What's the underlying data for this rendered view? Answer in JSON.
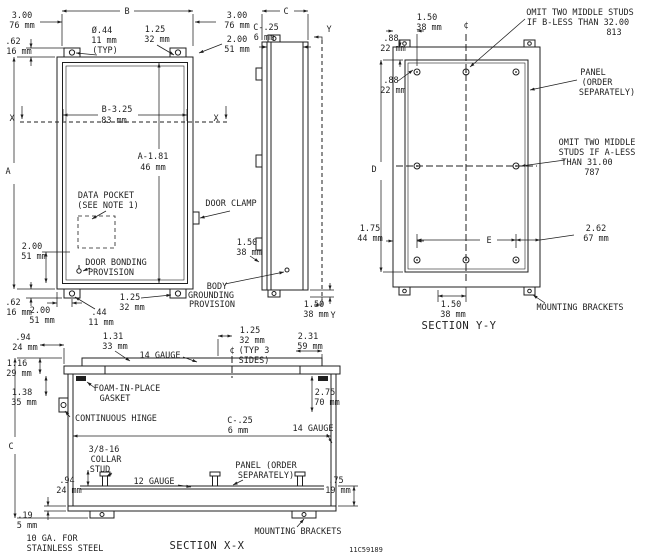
{
  "drawing": {
    "number": "11C59189",
    "ink_color": "#1f1f1f",
    "background_color": "#ffffff"
  },
  "labels": {
    "fv_dim_b": "B",
    "fv_300l_in": "3.00",
    "fv_300l_mm": "76 mm",
    "fv_125t_in": "1.25",
    "fv_125t_mm": "32 mm",
    "fv_300r_in": "3.00",
    "fv_300r_mm": "76 mm",
    "fv_200r_in": "2.00",
    "fv_200r_mm": "51 mm",
    "fv_dia_in": "Ø.44",
    "fv_dia_mm": "11 mm",
    "fv_dia_typ": "(TYP)",
    "fv_62t_in": ".62",
    "fv_62t_mm": "16 mm",
    "fv_x_left": "X",
    "fv_x_right": "X",
    "fv_b325_in": "B-3.25",
    "fv_b325_mm": "83 mm",
    "fv_dim_a": "A",
    "fv_a181_in": "A-1.81",
    "fv_a181_mm": "46 mm",
    "fv_pocket_1": "DATA POCKET",
    "fv_pocket_2": "(SEE NOTE 1)",
    "fv_clamp": "DOOR CLAMP",
    "fv_200bl_in": "2.00",
    "fv_200bl_mm": "51 mm",
    "fv_bond_1": "DOOR BONDING",
    "fv_bond_2": "PROVISION",
    "fv_62b_in": ".62",
    "fv_62b_mm": "16 mm",
    "fv_200b_in": "2.00",
    "fv_200b_mm": "51 mm",
    "fv_44b_in": ".44",
    "fv_44b_mm": "11 mm",
    "fv_125b_in": "1.25",
    "fv_125b_mm": "32 mm",
    "sv_dim_c": "C",
    "sv_c25_in": "C-.25",
    "sv_c25_mm": "6 mm",
    "sv_y_top": "Y",
    "sv_y_bot": "Y",
    "sv_150c_in": "1.50",
    "sv_150c_mm": "38 mm",
    "sv_ground_1": "BODY",
    "sv_ground_2": "GROUNDING",
    "sv_ground_3": "PROVISION",
    "sv_150b_in": "1.50",
    "sv_150b_mm": "38 mm",
    "yy_150t_in": "1.50",
    "yy_150t_mm": "38 mm",
    "yy_88t_in": ".88",
    "yy_88t_mm": "22 mm",
    "yy_cl": "¢",
    "yy_omitb_1": "OMIT TWO MIDDLE STUDS",
    "yy_omitb_2": "IF B-LESS THAN 32.00",
    "yy_omitb_3": "813",
    "yy_panel_1": "PANEL",
    "yy_panel_2": "(ORDER",
    "yy_panel_3": "SEPARATELY)",
    "yy_88m_in": ".88",
    "yy_88m_mm": "22 mm",
    "yy_dim_d": "D",
    "yy_omita_1": "OMIT TWO MIDDLE",
    "yy_omita_2": "STUDS IF A-LESS",
    "yy_omita_3": "THAN 31.00",
    "yy_omita_4": "787",
    "yy_175_in": "1.75",
    "yy_175_mm": "44 mm",
    "yy_dim_e": "E",
    "yy_262_in": "2.62",
    "yy_262_mm": "67 mm",
    "yy_150b_in": "1.50",
    "yy_150b_mm": "38 mm",
    "yy_brackets": "MOUNTING BRACKETS",
    "yy_title": "SECTION Y-Y",
    "xx_94t_in": ".94",
    "xx_94t_mm": "24 mm",
    "xx_131_in": "1.31",
    "xx_131_mm": "33 mm",
    "xx_125_in": "1.25",
    "xx_125_mm": "32 mm",
    "xx_125_t1": "(TYP 3",
    "xx_125_t2": "SIDES)",
    "xx_231_in": "2.31",
    "xx_231_mm": "59 mm",
    "xx_116_in": "1.16",
    "xx_116_mm": "29 mm",
    "xx_ga14_1": "14 GAUGE",
    "xx_cl": "¢",
    "xx_138_in": "1.38",
    "xx_138_mm": "35 mm",
    "xx_foam_1": "FOAM-IN-PLACE",
    "xx_foam_2": "GASKET",
    "xx_275_in": "2.75",
    "xx_275_mm": "70 mm",
    "xx_hinge": "CONTINUOUS HINGE",
    "xx_c25_in": "C-.25",
    "xx_c25_mm": "6 mm",
    "xx_ga14_2": "14 GAUGE",
    "xx_dim_c": "C",
    "xx_stud_1": "3/8-16",
    "xx_stud_2": "COLLAR",
    "xx_stud_3": "STUD",
    "xx_94b_in": ".94",
    "xx_94b_mm": "24 mm",
    "xx_ga12": "12 GAUGE",
    "xx_panel_1": "PANEL (ORDER",
    "xx_panel_2": "SEPARATELY)",
    "xx_75_in": ".75",
    "xx_75_mm": "19 mm",
    "xx_19_in": ".19",
    "xx_19_mm": "5 mm",
    "xx_note10ga_1": "10 GA. FOR",
    "xx_note10ga_2": "STAINLESS STEEL",
    "xx_brackets": "MOUNTING BRACKETS",
    "xx_title": "SECTION X-X",
    "dwg_no": "11C59189"
  }
}
